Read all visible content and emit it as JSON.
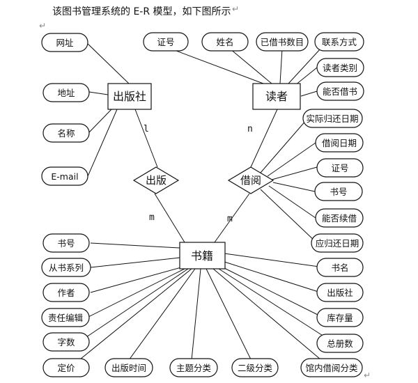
{
  "title": "该图书管理系统的 E-R 模型，如下图所示",
  "return_mark": "↵",
  "entities": {
    "publisher": "出版社",
    "reader": "读者",
    "book": "书籍"
  },
  "relations": {
    "publish": "出版",
    "borrow": "借阅"
  },
  "cardinality": {
    "publisher_publish": "l",
    "publish_book": "m",
    "reader_borrow": "n",
    "borrow_book": "m"
  },
  "publisher_attrs": [
    "网址",
    "地址",
    "名称",
    "E-mail"
  ],
  "reader_attrs": [
    "证号",
    "姓名",
    "已借书数目",
    "联系方式",
    "读者类别",
    "能否借书"
  ],
  "borrow_attrs": [
    "实际归还日期",
    "借阅日期",
    "证号",
    "书号",
    "能否续借",
    "应归还日期"
  ],
  "book_attrs": [
    "书号",
    "从书系列",
    "作者",
    "责任编辑",
    "字数",
    "定价",
    "出版时间",
    "主题分类",
    "二级分类",
    "馆内借阅分类",
    "总册数",
    "库存量",
    "出版社",
    "书名"
  ]
}
